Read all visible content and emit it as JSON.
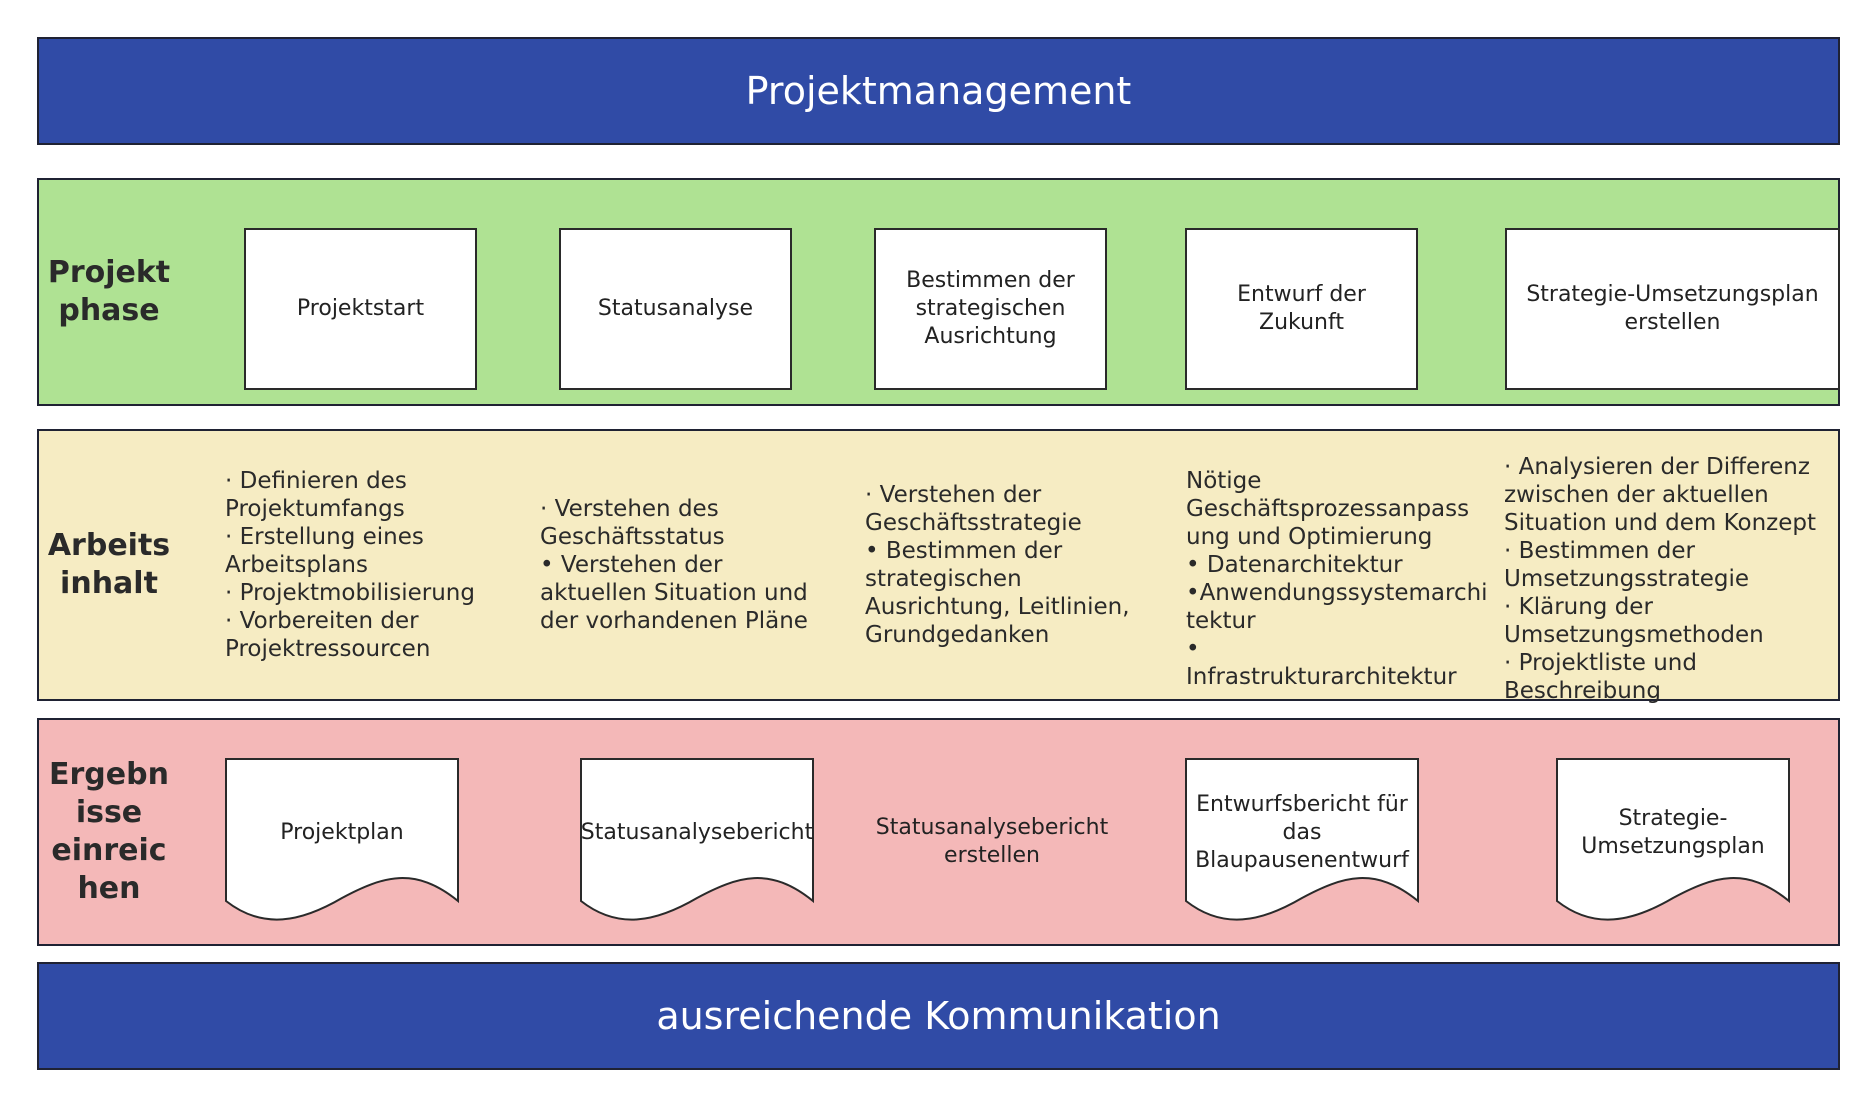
{
  "header": {
    "title": "Projektmanagement"
  },
  "footer": {
    "title": "ausreichende Kommunikation"
  },
  "rows": {
    "phase": {
      "label": "Projekt\nphase",
      "items": [
        "Projektstart",
        "Statusanalyse",
        "Bestimmen der strategischen Ausrichtung",
        "Entwurf der Zukunft",
        "Strategie-Umsetzungsplan erstellen"
      ]
    },
    "work": {
      "label": "Arbeits\ninhalt",
      "items": [
        "· Definieren des\nProjektumfangs\n· Erstellung eines\nArbeitsplans\n· Projektmobilisierung\n· Vorbereiten der\nProjektressourcen",
        "· Verstehen des\nGeschäftsstatus\n• Verstehen der\naktuellen Situation und\nder vorhandenen Pläne",
        "· Verstehen der\nGeschäftsstrategie\n• Bestimmen der\nstrategischen\nAusrichtung, Leitlinien,\nGrundgedanken",
        "Nötige\nGeschäftsprozessanpass\nung und Optimierung\n• Datenarchitektur\n•Anwendungssystemarchi\ntektur\n• Infrastrukturarchitektur",
        "· Analysieren der Differenz\nzwischen der aktuellen\nSituation und dem Konzept\n· Bestimmen der\nUmsetzungsstrategie\n· Klärung der\nUmsetzungsmethoden\n· Projektliste und Beschreibung"
      ]
    },
    "result": {
      "label": "Ergebn\nisse\neinreic\nhen",
      "items": [
        "Projektplan",
        "Statusanalysebericht",
        "Statusanalysebericht\nerstellen",
        "Entwurfsbericht für\ndas\nBlaupausenentwurf",
        "Strategie-\nUmsetzungsplan"
      ]
    }
  },
  "colors": {
    "band_blue": "#304ba6",
    "phase_green": "#afe293",
    "work_yellow": "#f6ecc3",
    "result_pink": "#f4b8b8"
  }
}
